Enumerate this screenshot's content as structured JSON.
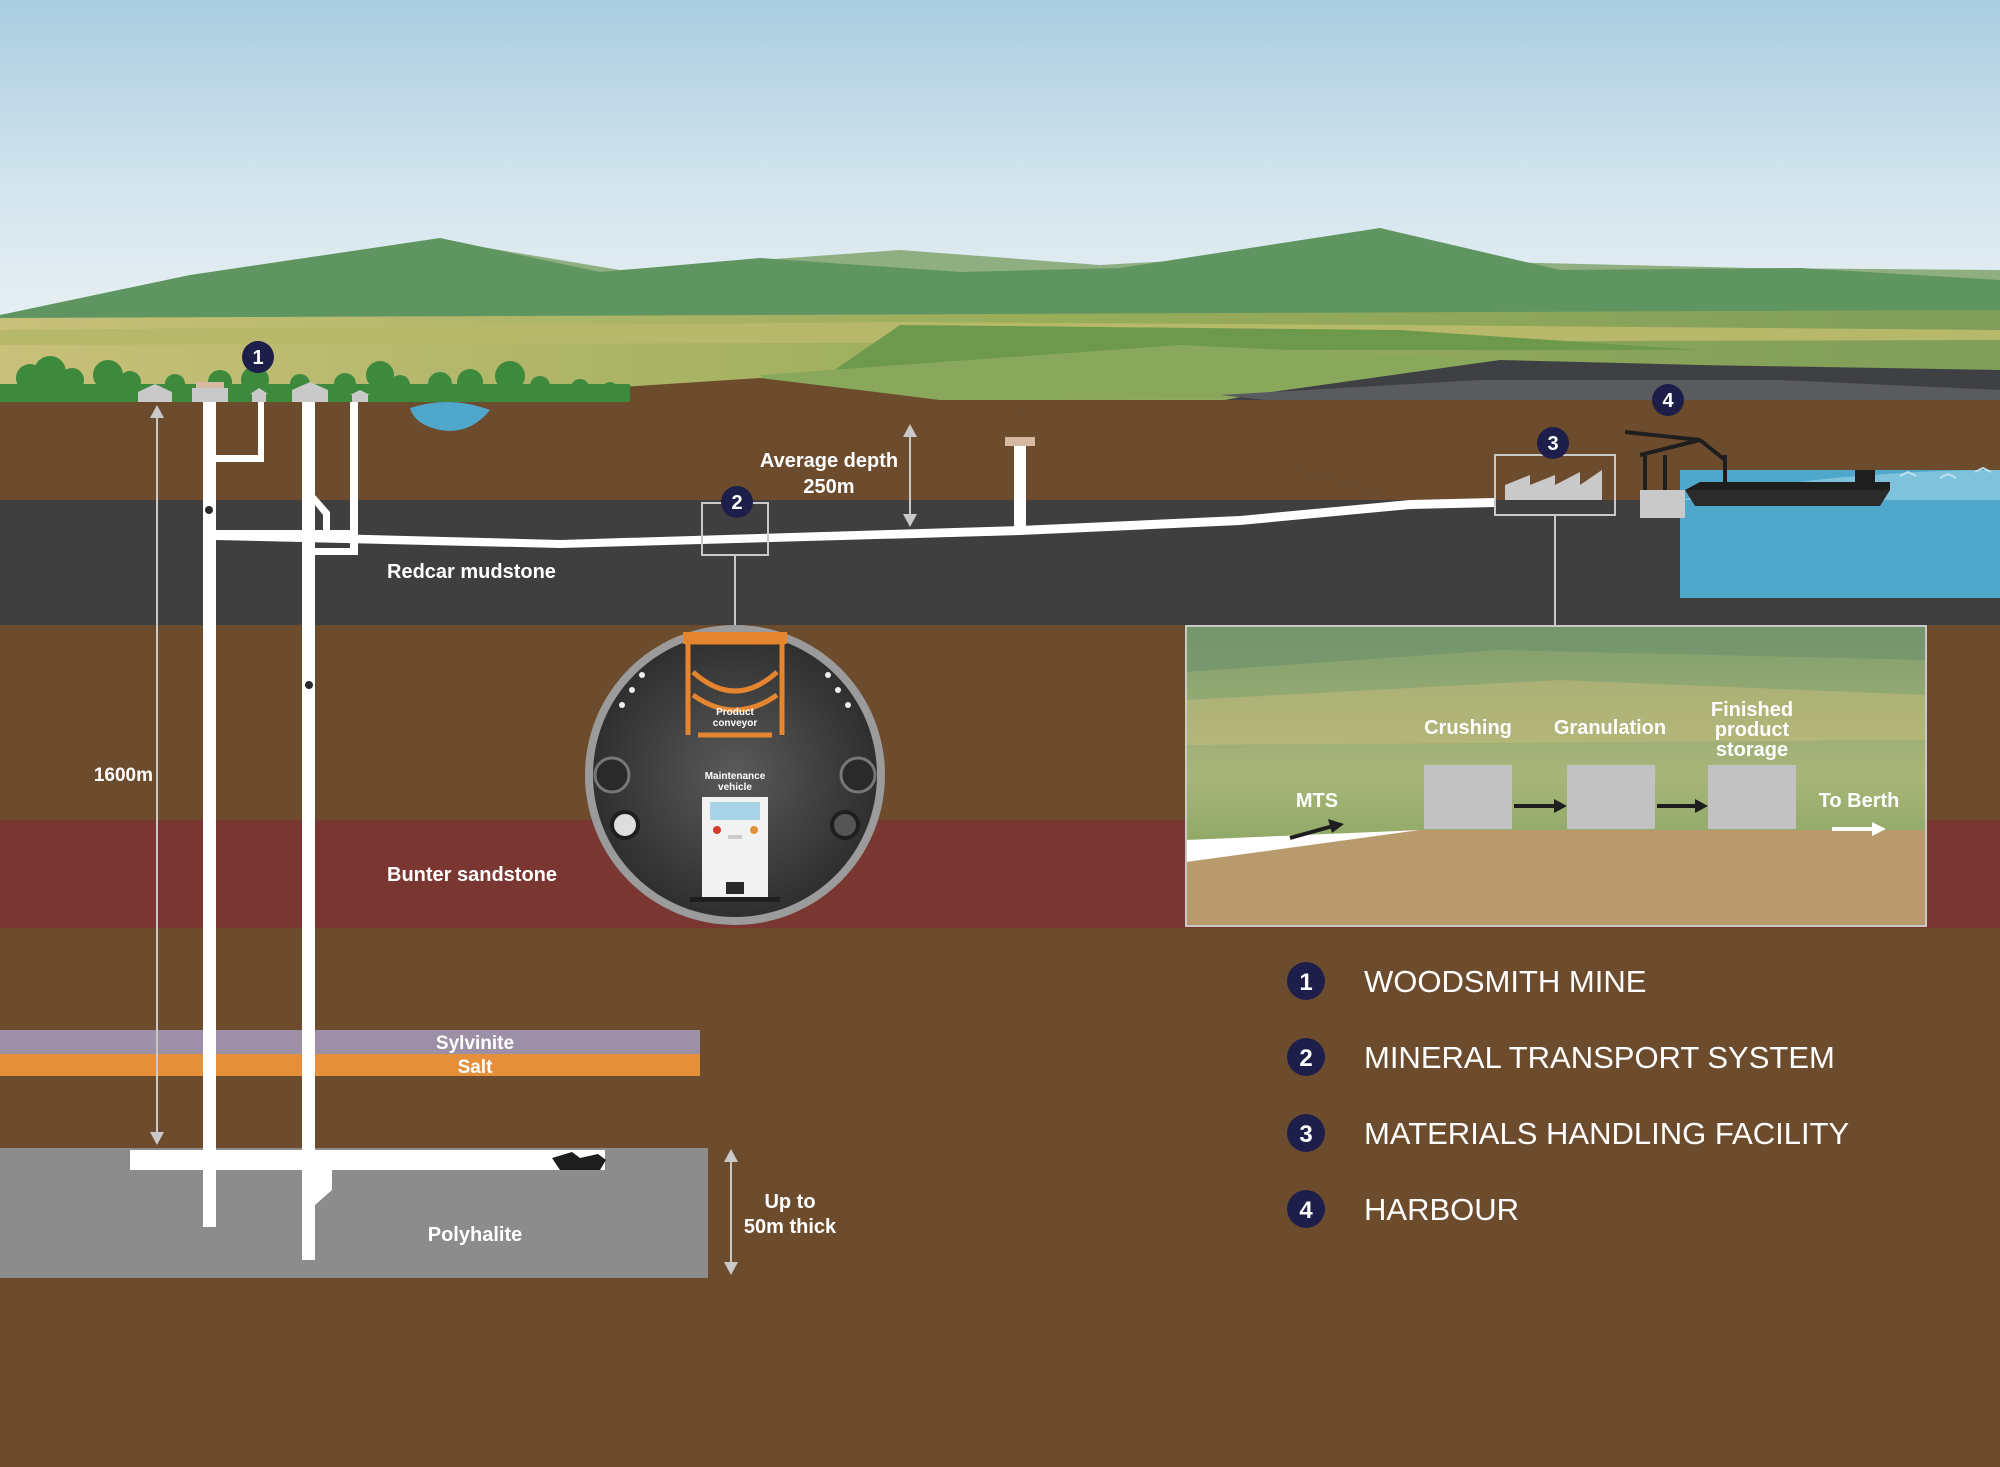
{
  "strata": {
    "redcar": "Redcar mudstone",
    "bunter": "Bunter sandstone",
    "sylvinite": "Sylvinite",
    "salt": "Salt",
    "polyhalite": "Polyhalite"
  },
  "measurements": {
    "shaft_depth": "1600m",
    "avg_depth_line1": "Average depth",
    "avg_depth_line2": "250m",
    "thickness_line1": "Up to",
    "thickness_line2": "50m thick"
  },
  "tunnel": {
    "conveyor_line1": "Product",
    "conveyor_line2": "conveyor",
    "vehicle_line1": "Maintenance",
    "vehicle_line2": "vehicle"
  },
  "process": {
    "mts": "MTS",
    "crushing": "Crushing",
    "granulation": "Granulation",
    "storage_line1": "Finished",
    "storage_line2": "product",
    "storage_line3": "storage",
    "berth": "To Berth"
  },
  "markers": [
    "1",
    "2",
    "3",
    "4"
  ],
  "legend": [
    {
      "num": "1",
      "label": "WOODSMITH MINE"
    },
    {
      "num": "2",
      "label": "MINERAL TRANSPORT SYSTEM"
    },
    {
      "num": "3",
      "label": "MATERIALS HANDLING FACILITY"
    },
    {
      "num": "4",
      "label": "HARBOUR"
    }
  ],
  "colors": {
    "marker_fill": "#1e1e4a",
    "earth": "#6d4c2e",
    "mudstone": "#3f3f3f",
    "sandstone": "#7a3630",
    "polyhalite": "#8c8c8c",
    "sylvinite": "#9c8fa6",
    "salt": "#e58f3a",
    "sea": "#4fa8cc"
  }
}
